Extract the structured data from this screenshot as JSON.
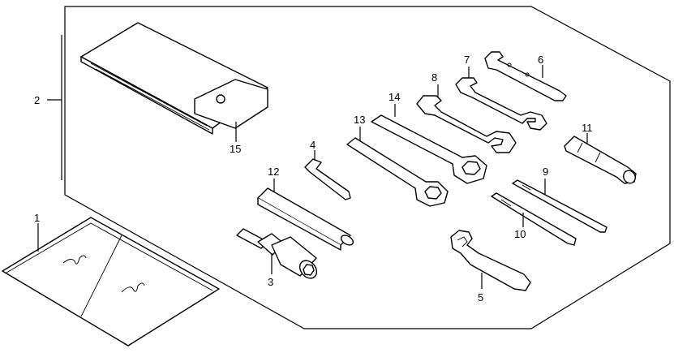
{
  "callouts": {
    "c1": "1",
    "c2": "2",
    "c3": "3",
    "c4": "4",
    "c5": "5",
    "c6": "6",
    "c7": "7",
    "c8": "8",
    "c9": "9",
    "c10": "10",
    "c11": "11",
    "c12": "12",
    "c13": "13",
    "c14": "14",
    "c15": "15"
  },
  "colors": {
    "line": "#000000",
    "background": "#ffffff"
  },
  "parts": [
    {
      "id": "c1",
      "name": "manual-bag"
    },
    {
      "id": "c2",
      "name": "tool-kit-assembly"
    },
    {
      "id": "c3",
      "name": "socket-wrench"
    },
    {
      "id": "c4",
      "name": "hex-key"
    },
    {
      "id": "c5",
      "name": "pin-spanner"
    },
    {
      "id": "c6",
      "name": "open-end-wrench-small"
    },
    {
      "id": "c7",
      "name": "open-end-wrench-medium"
    },
    {
      "id": "c8",
      "name": "open-end-wrench-large"
    },
    {
      "id": "c9",
      "name": "screwdriver-blade"
    },
    {
      "id": "c10",
      "name": "screwdriver-blade-2"
    },
    {
      "id": "c11",
      "name": "screwdriver-handle"
    },
    {
      "id": "c12",
      "name": "extension-bar"
    },
    {
      "id": "c13",
      "name": "ring-wrench-small"
    },
    {
      "id": "c14",
      "name": "ring-wrench-large"
    },
    {
      "id": "c15",
      "name": "tool-bag"
    }
  ]
}
